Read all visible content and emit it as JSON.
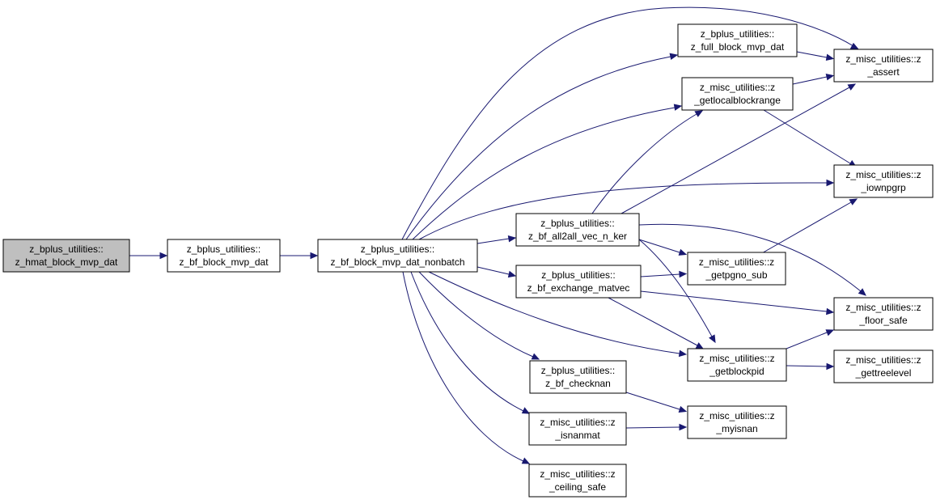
{
  "colors": {
    "edge": "#191970",
    "node_fill": "#ffffff",
    "node_current_fill": "#bfbfbf",
    "node_border": "#000000"
  },
  "nodes": [
    {
      "id": "n_hmat",
      "line1": "z_bplus_utilities::",
      "line2": "z_hmat_block_mvp_dat",
      "current": true
    },
    {
      "id": "n_bf",
      "line1": "z_bplus_utilities::",
      "line2": "z_bf_block_mvp_dat"
    },
    {
      "id": "n_nonbatch",
      "line1": "z_bplus_utilities::",
      "line2": "z_bf_block_mvp_dat_nonbatch"
    },
    {
      "id": "n_full",
      "line1": "z_bplus_utilities::",
      "line2": "z_full_block_mvp_dat"
    },
    {
      "id": "n_localrange",
      "line1": "z_misc_utilities::z",
      "line2": "_getlocalblockrange"
    },
    {
      "id": "n_all2all",
      "line1": "z_bplus_utilities::",
      "line2": "z_bf_all2all_vec_n_ker"
    },
    {
      "id": "n_exchange",
      "line1": "z_bplus_utilities::",
      "line2": "z_bf_exchange_matvec"
    },
    {
      "id": "n_checknan",
      "line1": "z_bplus_utilities::",
      "line2": "z_bf_checknan"
    },
    {
      "id": "n_isnanmat",
      "line1": "z_misc_utilities::z",
      "line2": "_isnanmat"
    },
    {
      "id": "n_ceiling",
      "line1": "z_misc_utilities::z",
      "line2": "_ceiling_safe"
    },
    {
      "id": "n_pgno",
      "line1": "z_misc_utilities::z",
      "line2": "_getpgno_sub"
    },
    {
      "id": "n_blockpid",
      "line1": "z_misc_utilities::z",
      "line2": "_getblockpid"
    },
    {
      "id": "n_myisnan",
      "line1": "z_misc_utilities::z",
      "line2": "_myisnan"
    },
    {
      "id": "n_assert",
      "line1": "z_misc_utilities::z",
      "line2": "_assert"
    },
    {
      "id": "n_iownpgrp",
      "line1": "z_misc_utilities::z",
      "line2": "_iownpgrp"
    },
    {
      "id": "n_floor",
      "line1": "z_misc_utilities::z",
      "line2": "_floor_safe"
    },
    {
      "id": "n_treelevel",
      "line1": "z_misc_utilities::z",
      "line2": "_gettreelevel"
    }
  ],
  "edges": [
    {
      "from": "n_hmat",
      "to": "n_bf"
    },
    {
      "from": "n_bf",
      "to": "n_nonbatch"
    },
    {
      "from": "n_nonbatch",
      "to": "n_assert"
    },
    {
      "from": "n_nonbatch",
      "to": "n_full"
    },
    {
      "from": "n_nonbatch",
      "to": "n_localrange"
    },
    {
      "from": "n_nonbatch",
      "to": "n_iownpgrp"
    },
    {
      "from": "n_nonbatch",
      "to": "n_all2all"
    },
    {
      "from": "n_nonbatch",
      "to": "n_exchange"
    },
    {
      "from": "n_nonbatch",
      "to": "n_blockpid"
    },
    {
      "from": "n_nonbatch",
      "to": "n_checknan"
    },
    {
      "from": "n_nonbatch",
      "to": "n_isnanmat"
    },
    {
      "from": "n_nonbatch",
      "to": "n_ceiling"
    },
    {
      "from": "n_full",
      "to": "n_assert"
    },
    {
      "from": "n_localrange",
      "to": "n_assert"
    },
    {
      "from": "n_localrange",
      "to": "n_iownpgrp"
    },
    {
      "from": "n_all2all",
      "to": "n_localrange"
    },
    {
      "from": "n_all2all",
      "to": "n_assert"
    },
    {
      "from": "n_all2all",
      "to": "n_pgno"
    },
    {
      "from": "n_all2all",
      "to": "n_floor"
    },
    {
      "from": "n_all2all",
      "to": "n_blockpid"
    },
    {
      "from": "n_exchange",
      "to": "n_pgno"
    },
    {
      "from": "n_exchange",
      "to": "n_floor"
    },
    {
      "from": "n_exchange",
      "to": "n_blockpid"
    },
    {
      "from": "n_pgno",
      "to": "n_iownpgrp"
    },
    {
      "from": "n_blockpid",
      "to": "n_floor"
    },
    {
      "from": "n_blockpid",
      "to": "n_treelevel"
    },
    {
      "from": "n_checknan",
      "to": "n_myisnan"
    },
    {
      "from": "n_isnanmat",
      "to": "n_myisnan"
    }
  ]
}
